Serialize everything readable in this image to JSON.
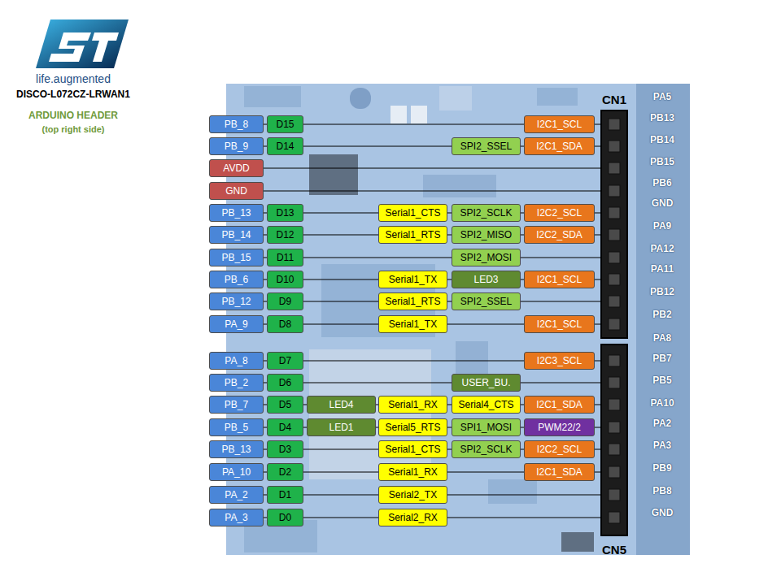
{
  "diagram": {
    "title": "DISCO-L072CZ-LRWAN1",
    "nodes": [
      {
        "text": [
          "CN1"
        ]
      },
      {
        "text": [
          "PB_8"
        ]
      },
      {
        "text": [
          "D15"
        ]
      },
      {
        "text": [
          "I2C1_SCL"
        ]
      },
      {
        "text": [
          "PB_9"
        ]
      },
      {
        "text": [
          "D14"
        ]
      },
      {
        "text": [
          "SPI2_SSEL"
        ]
      },
      {
        "text": [
          "I2C1_SDA"
        ]
      },
      {
        "text": [
          "AVDD"
        ]
      },
      {
        "text": [
          "GND"
        ]
      },
      {
        "text": [
          "PB_13"
        ]
      },
      {
        "text": [
          "D13"
        ]
      },
      {
        "text": [
          "Serial1_CTS"
        ]
      },
      {
        "text": [
          "SPI2_SCLK"
        ]
      },
      {
        "text": [
          "I2C2_SCL"
        ]
      },
      {
        "text": [
          "PB_14"
        ]
      },
      {
        "text": [
          "D12"
        ]
      },
      {
        "text": [
          "Serial1_RTS"
        ]
      },
      {
        "text": [
          "SPI2_MISO"
        ]
      },
      {
        "text": [
          "I2C2_SDA"
        ]
      },
      {
        "text": [
          "PB_15"
        ]
      },
      {
        "text": [
          "D11"
        ]
      },
      {
        "text": [
          "SPI2_MOSI"
        ]
      },
      {
        "text": [
          "PB_6"
        ]
      },
      {
        "text": [
          "D10"
        ]
      },
      {
        "text": [
          "Serial1_TX"
        ]
      },
      {
        "text": [
          "LED3"
        ]
      },
      {
        "text": [
          "I2C1_SCL"
        ]
      },
      {
        "text": [
          "PB_12"
        ]
      },
      {
        "text": [
          "D9"
        ]
      },
      {
        "text": [
          "Serial1_RTS"
        ]
      },
      {
        "text": [
          "SPI2_SSEL"
        ]
      },
      {
        "text": [
          "PA_9"
        ]
      },
      {
        "text": [
          "D8"
        ]
      },
      {
        "text": [
          "Serial1_TX"
        ]
      },
      {
        "text": [
          "I2C1_SCL"
        ]
      },
      {
        "text": [
          "CN5"
        ]
      },
      {
        "text": [
          "PA_8"
        ]
      },
      {
        "text": [
          "D7"
        ]
      },
      {
        "text": [
          "I2C3_SCL"
        ]
      },
      {
        "text": [
          "PB_2"
        ]
      },
      {
        "text": [
          "D6"
        ]
      },
      {
        "text": [
          "USER_BU."
        ]
      },
      {
        "text": [
          "PB_7"
        ]
      },
      {
        "text": [
          "D5"
        ]
      },
      {
        "text": [
          "LED4"
        ]
      },
      {
        "text": [
          "Serial1_RX"
        ]
      },
      {
        "text": [
          "Serial4_CTS"
        ]
      },
      {
        "text": [
          "I2C1_SDA"
        ]
      },
      {
        "text": [
          "PB_5"
        ]
      },
      {
        "text": [
          "D4"
        ]
      },
      {
        "text": [
          "LED1"
        ]
      },
      {
        "text": [
          "Serial5_RTS"
        ]
      },
      {
        "text": [
          "SPI1_MOSI"
        ]
      },
      {
        "text": [
          "PWM22/2"
        ]
      },
      {
        "text": [
          "PB_13"
        ]
      },
      {
        "text": [
          "D3"
        ]
      },
      {
        "text": [
          "Serial1_CTS"
        ]
      },
      {
        "text": [
          "SPI2_SCLK"
        ]
      },
      {
        "text": [
          "I2C2_SCL"
        ]
      },
      {
        "text": [
          "PA_10"
        ]
      },
      {
        "text": [
          "D2"
        ]
      },
      {
        "text": [
          "Serial1_RX"
        ]
      },
      {
        "text": [
          "I2C1_SDA"
        ]
      },
      {
        "text": [
          "PA_2"
        ]
      },
      {
        "text": [
          "D1"
        ]
      },
      {
        "text": [
          "Serial2_TX"
        ]
      },
      {
        "text": [
          "PA_3"
        ]
      },
      {
        "text": [
          "D0"
        ]
      },
      {
        "text": [
          "Serial2_RX"
        ]
      }
    ],
    "edges": [
      {
        "from": 1,
        "to": 0,
        "arrow": "none"
      },
      {
        "from": 4,
        "to": 0,
        "arrow": "none"
      },
      {
        "from": 8,
        "to": 0,
        "arrow": "none"
      },
      {
        "from": 9,
        "to": 0,
        "arrow": "none"
      },
      {
        "from": 10,
        "to": 0,
        "arrow": "none"
      },
      {
        "from": 15,
        "to": 0,
        "arrow": "none"
      },
      {
        "from": 20,
        "to": 0,
        "arrow": "none"
      },
      {
        "from": 23,
        "to": 0,
        "arrow": "none"
      },
      {
        "from": 28,
        "to": 0,
        "arrow": "none"
      },
      {
        "from": 32,
        "to": 0,
        "arrow": "none"
      },
      {
        "from": 37,
        "to": 36,
        "arrow": "none"
      },
      {
        "from": 40,
        "to": 36,
        "arrow": "none"
      },
      {
        "from": 43,
        "to": 36,
        "arrow": "none"
      },
      {
        "from": 49,
        "to": 36,
        "arrow": "none"
      },
      {
        "from": 55,
        "to": 36,
        "arrow": "none"
      },
      {
        "from": 60,
        "to": 36,
        "arrow": "none"
      },
      {
        "from": 64,
        "to": 36,
        "arrow": "none"
      },
      {
        "from": 67,
        "to": 36,
        "arrow": "none"
      }
    ],
    "labels": [
      "life.augmented",
      "ARDUINO HEADER",
      "(top right side)",
      "PA5",
      "PB13",
      "PB14",
      "PB15",
      "PB6",
      "GND",
      "PA9",
      "PA12",
      "PA11",
      "PB12",
      "PB2",
      "PA8",
      "PB7",
      "PB5",
      "PA10",
      "PA2",
      "PA3",
      "PB9",
      "PB8",
      "GND"
    ]
  }
}
